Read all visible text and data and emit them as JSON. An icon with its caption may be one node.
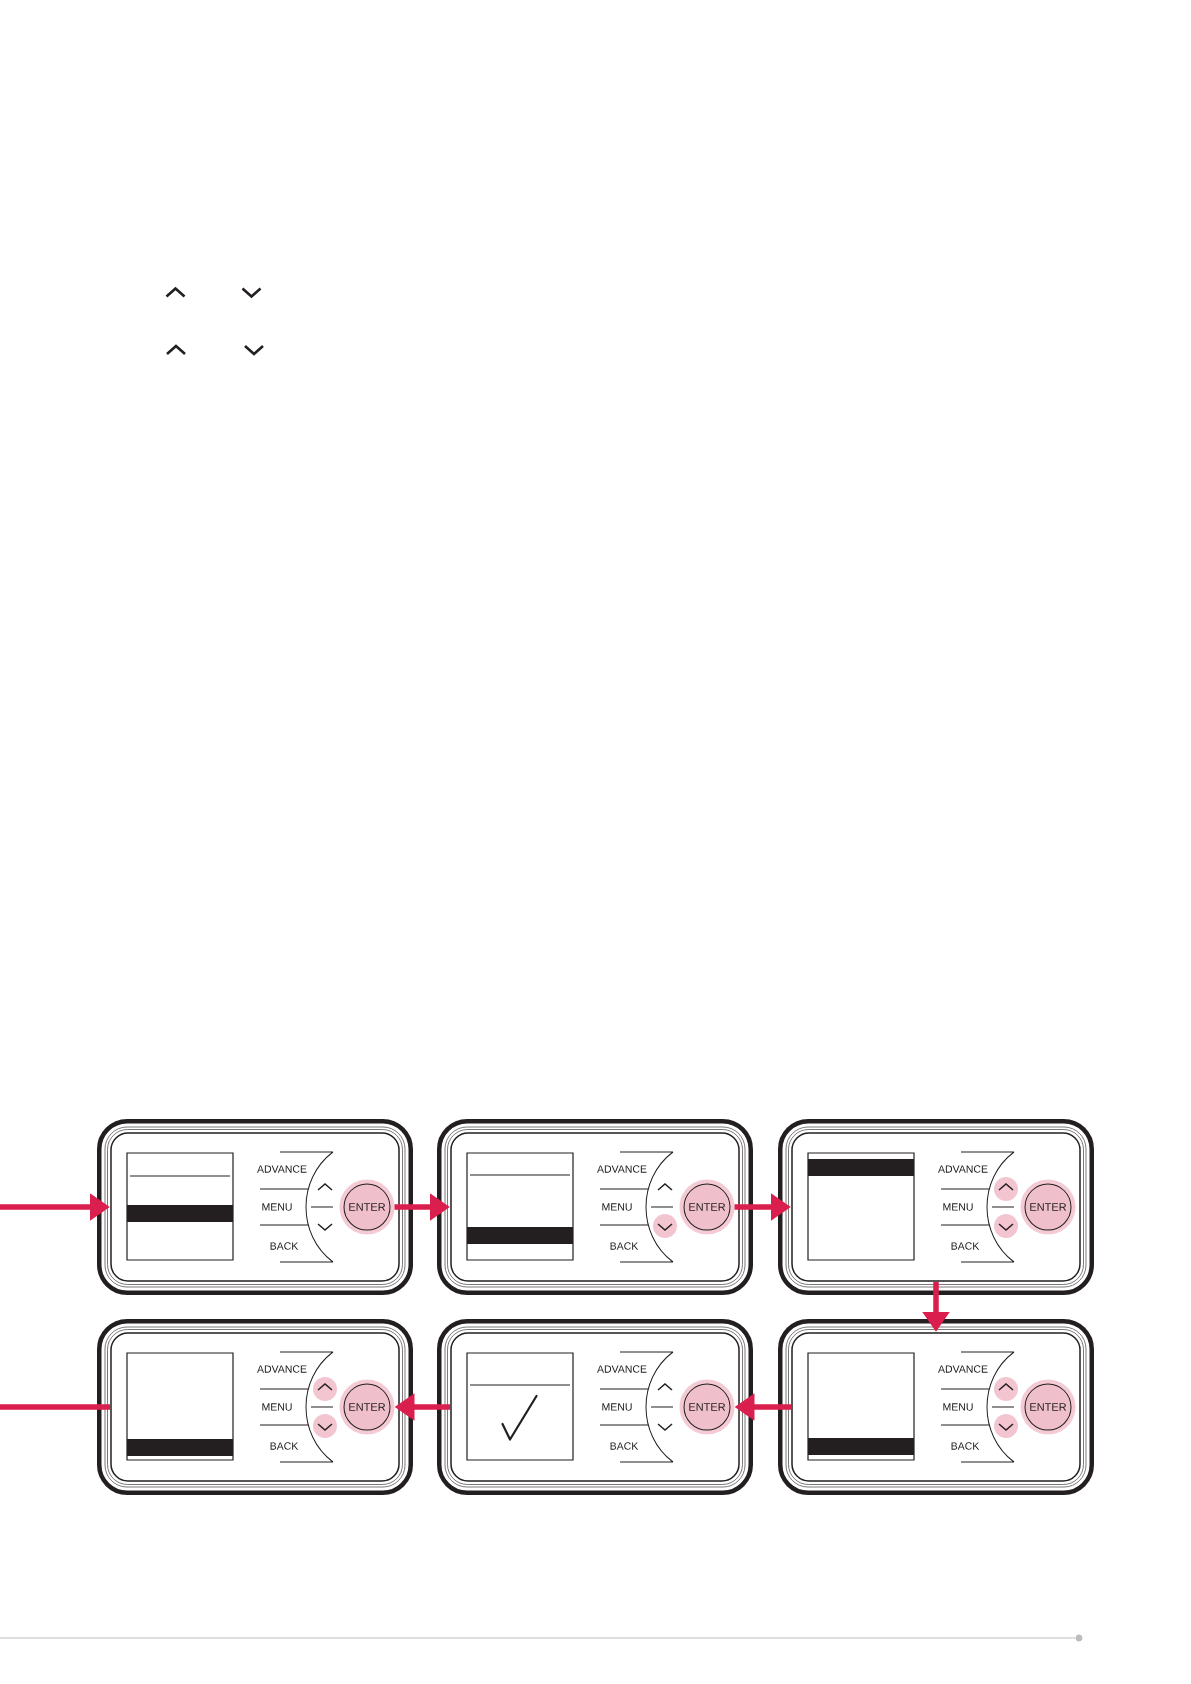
{
  "diagram": {
    "nodes": [
      {
        "text": [
          "ADVANCE",
          "MENU",
          "BACK"
        ]
      },
      {
        "text": [
          "ENTER"
        ],
        "in": 0
      },
      {
        "text": [
          "ADVANCE",
          "MENU",
          "BACK"
        ]
      },
      {
        "text": [
          "ENTER"
        ],
        "in": 2
      },
      {
        "text": [
          "ADVANCE",
          "MENU",
          "BACK"
        ]
      },
      {
        "text": [
          "ENTER"
        ],
        "in": 4
      },
      {
        "text": [
          "ADVANCE",
          "MENU",
          "BACK"
        ]
      },
      {
        "text": [
          "ENTER"
        ],
        "in": 6
      },
      {
        "text": [
          "ADVANCE",
          "MENU",
          "BACK"
        ]
      },
      {
        "text": [
          "ENTER"
        ],
        "in": 8
      },
      {
        "text": [
          "ADVANCE",
          "MENU",
          "BACK"
        ]
      },
      {
        "text": [
          "ENTER"
        ],
        "in": 10
      }
    ],
    "edges": [
      {
        "from": null,
        "to": 0,
        "arrow": "to"
      },
      {
        "from": 1,
        "to": 2,
        "arrow": "to"
      },
      {
        "from": 3,
        "to": 4,
        "arrow": "to"
      },
      {
        "from": 4,
        "to": 10,
        "arrow": "to"
      },
      {
        "from": 10,
        "to": 9,
        "arrow": "to"
      },
      {
        "from": 8,
        "to": 7,
        "arrow": "to"
      },
      {
        "from": 6,
        "to": null,
        "arrow": "none"
      }
    ]
  }
}
